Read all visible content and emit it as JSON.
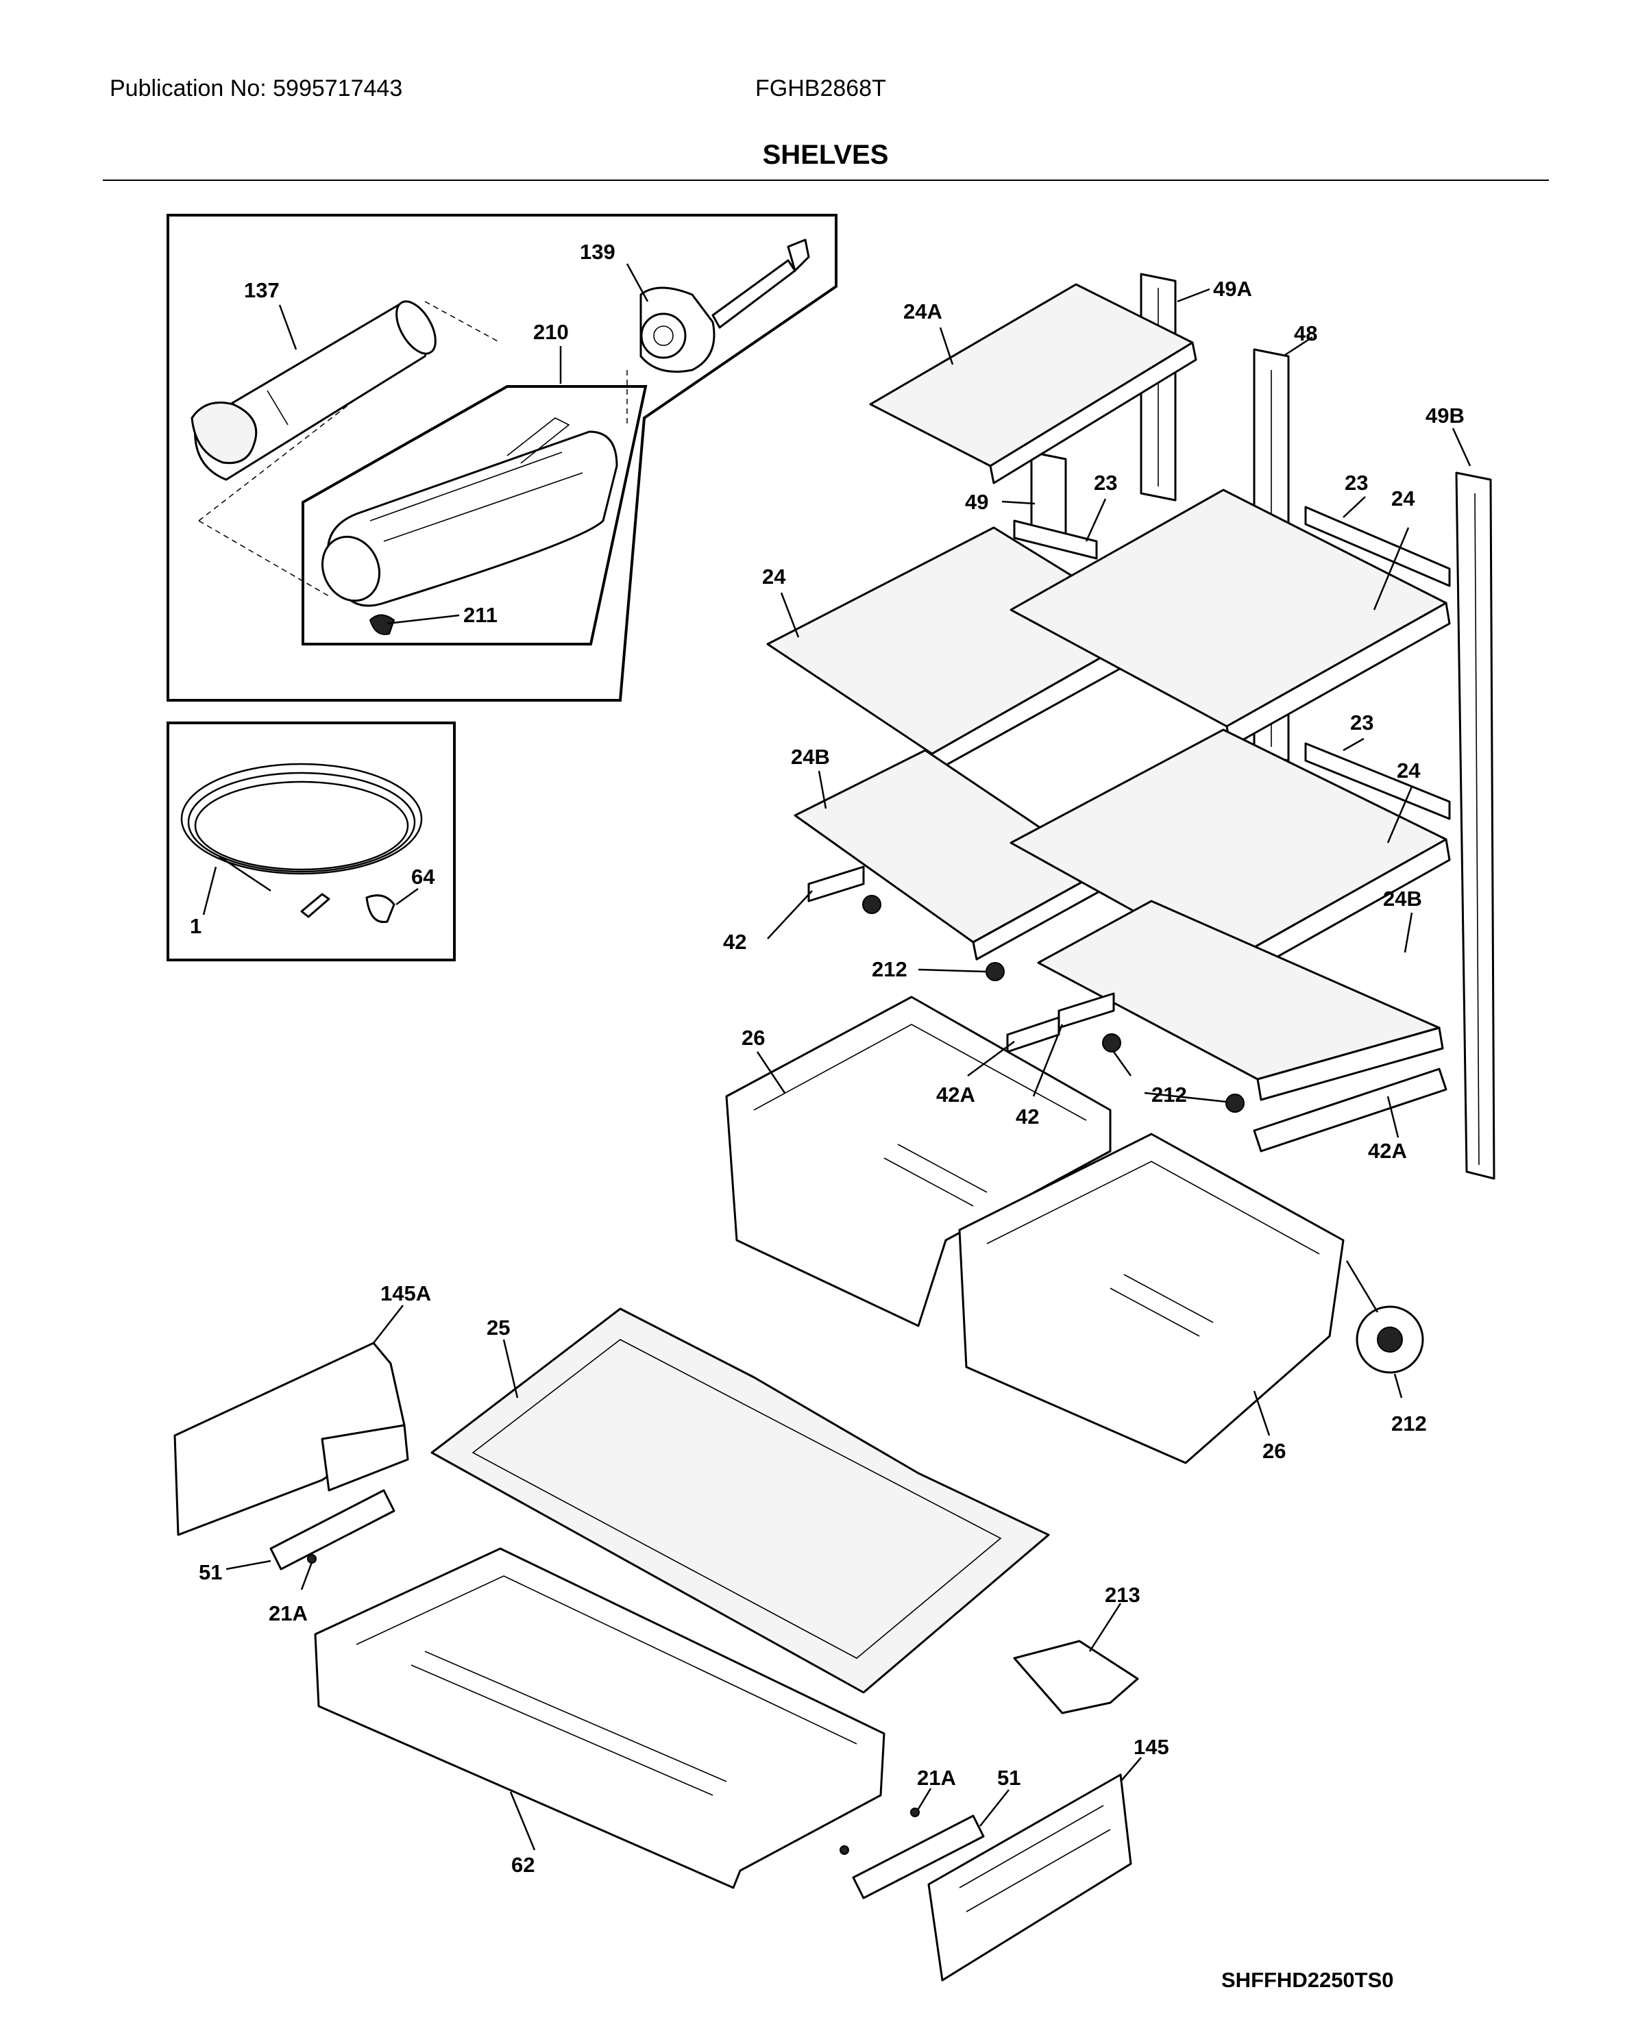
{
  "header": {
    "publication": "Publication No: 5995717443",
    "model": "FGHB2868T",
    "title": "SHELVES"
  },
  "diagram_code": "SHFFHD2250TS0",
  "callouts": {
    "c137": "137",
    "c139": "139",
    "c210": "210",
    "c211": "211",
    "c1": "1",
    "c64": "64",
    "c24A": "24A",
    "c49A": "49A",
    "c48": "48",
    "c49B": "49B",
    "c49": "49",
    "c23a": "23",
    "c23b": "23",
    "c23c": "23",
    "c24a": "24",
    "c24b": "24",
    "c24c": "24",
    "c24Ba": "24B",
    "c24Bb": "24B",
    "c42a": "42",
    "c42b": "42",
    "c42Aa": "42A",
    "c42Ab": "42A",
    "c212a": "212",
    "c212b": "212",
    "c212c": "212",
    "c26a": "26",
    "c26b": "26",
    "c145A": "145A",
    "c25": "25",
    "c51a": "51",
    "c21Aa": "21A",
    "c213": "213",
    "c145": "145",
    "c21Ab": "21A",
    "c51b": "51",
    "c62": "62"
  }
}
